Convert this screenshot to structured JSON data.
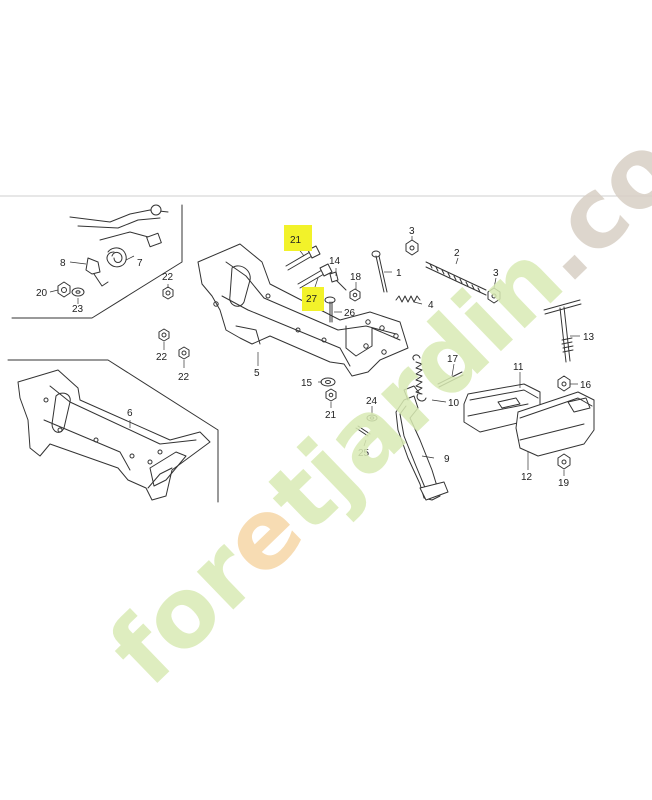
{
  "callouts": {
    "c1": "1",
    "c2": "2",
    "c3a": "3",
    "c3b": "3",
    "c4": "4",
    "c5": "5",
    "c6": "6",
    "c7": "7",
    "c8": "8",
    "c9": "9",
    "c10": "10",
    "c11": "11",
    "c12": "12",
    "c13": "13",
    "c14": "14",
    "c15": "15",
    "c16": "16",
    "c17": "17",
    "c18": "18",
    "c19": "19",
    "c20": "20",
    "c21a": "21",
    "c21b": "21",
    "c22a": "22",
    "c22b": "22",
    "c22c": "22",
    "c23": "23",
    "c24": "24",
    "c25": "25",
    "c26": "26",
    "c27": "27"
  },
  "highlighted_callouts": [
    "21",
    "27"
  ],
  "watermark": {
    "text_pre": "for",
    "text_e": "e",
    "text_mid": "tjardin",
    "text_dom": ".com",
    "color_green": "#d9ebb4",
    "color_orange": "#f6d6a6",
    "color_dom": "#d8cfc5"
  },
  "colors": {
    "line": "#333333",
    "highlight": "#f2f22a"
  }
}
